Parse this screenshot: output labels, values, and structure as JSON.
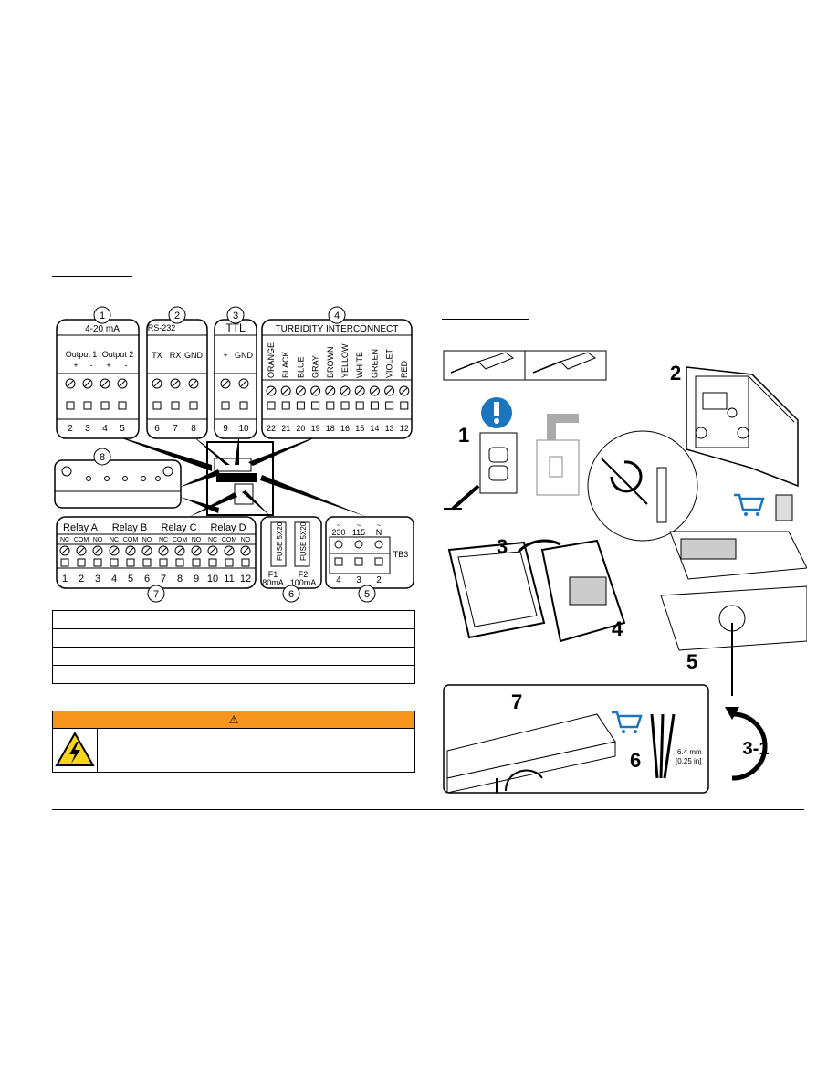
{
  "wiring": {
    "callouts": [
      "1",
      "2",
      "3",
      "4",
      "5",
      "6",
      "7",
      "8"
    ],
    "block_4_20": {
      "title": "4-20 mA",
      "out1": "Output 1",
      "out2": "Output 2",
      "plus": "+",
      "minus": "-",
      "nums": [
        "2",
        "3",
        "4",
        "5"
      ]
    },
    "block_rs232": {
      "title": "RS-232",
      "labels": [
        "TX",
        "RX",
        "GND"
      ],
      "nums": [
        "6",
        "7",
        "8"
      ]
    },
    "block_ttl": {
      "title": "TTL",
      "labels": [
        "+",
        "GND"
      ],
      "nums": [
        "9",
        "10"
      ]
    },
    "block_turb": {
      "title": "TURBIDITY INTERCONNECT",
      "labels": [
        "ORANGE",
        "BLACK",
        "BLUE",
        "GRAY",
        "BROWN",
        "YELLOW",
        "WHITE",
        "GREEN",
        "VIOLET",
        "RED"
      ],
      "nums": [
        "22",
        "21",
        "20",
        "19",
        "18",
        "16",
        "15",
        "14",
        "13",
        "12"
      ]
    },
    "block_relay": {
      "titles": [
        "Relay  A",
        "Relay B",
        "Relay C",
        "Relay D"
      ],
      "contacts": [
        "NC",
        "COM",
        "NO"
      ],
      "nums": [
        "1",
        "2",
        "3",
        "4",
        "5",
        "6",
        "7",
        "8",
        "9",
        "10",
        "11",
        "12"
      ]
    },
    "block_fuse": {
      "fuse_label": "FUSE 5X20",
      "f1": "F1",
      "f1_val": "80mA",
      "f2": "F2",
      "f2_val": "100mA"
    },
    "block_power": {
      "labels": [
        "230",
        "115",
        "N"
      ],
      "nums": [
        "4",
        "3",
        "2"
      ],
      "tb": "TB3"
    }
  },
  "warning": {
    "symbol": "⚠"
  },
  "install": {
    "steps": [
      "1",
      "2",
      "3",
      "4",
      "5",
      "6",
      "7"
    ],
    "loop_label": "3-1",
    "strip_len": "6.4 mm",
    "strip_len_in": "[0.25 in]"
  },
  "colors": {
    "warning": "#f7941d",
    "blue": "#1b75bc"
  }
}
